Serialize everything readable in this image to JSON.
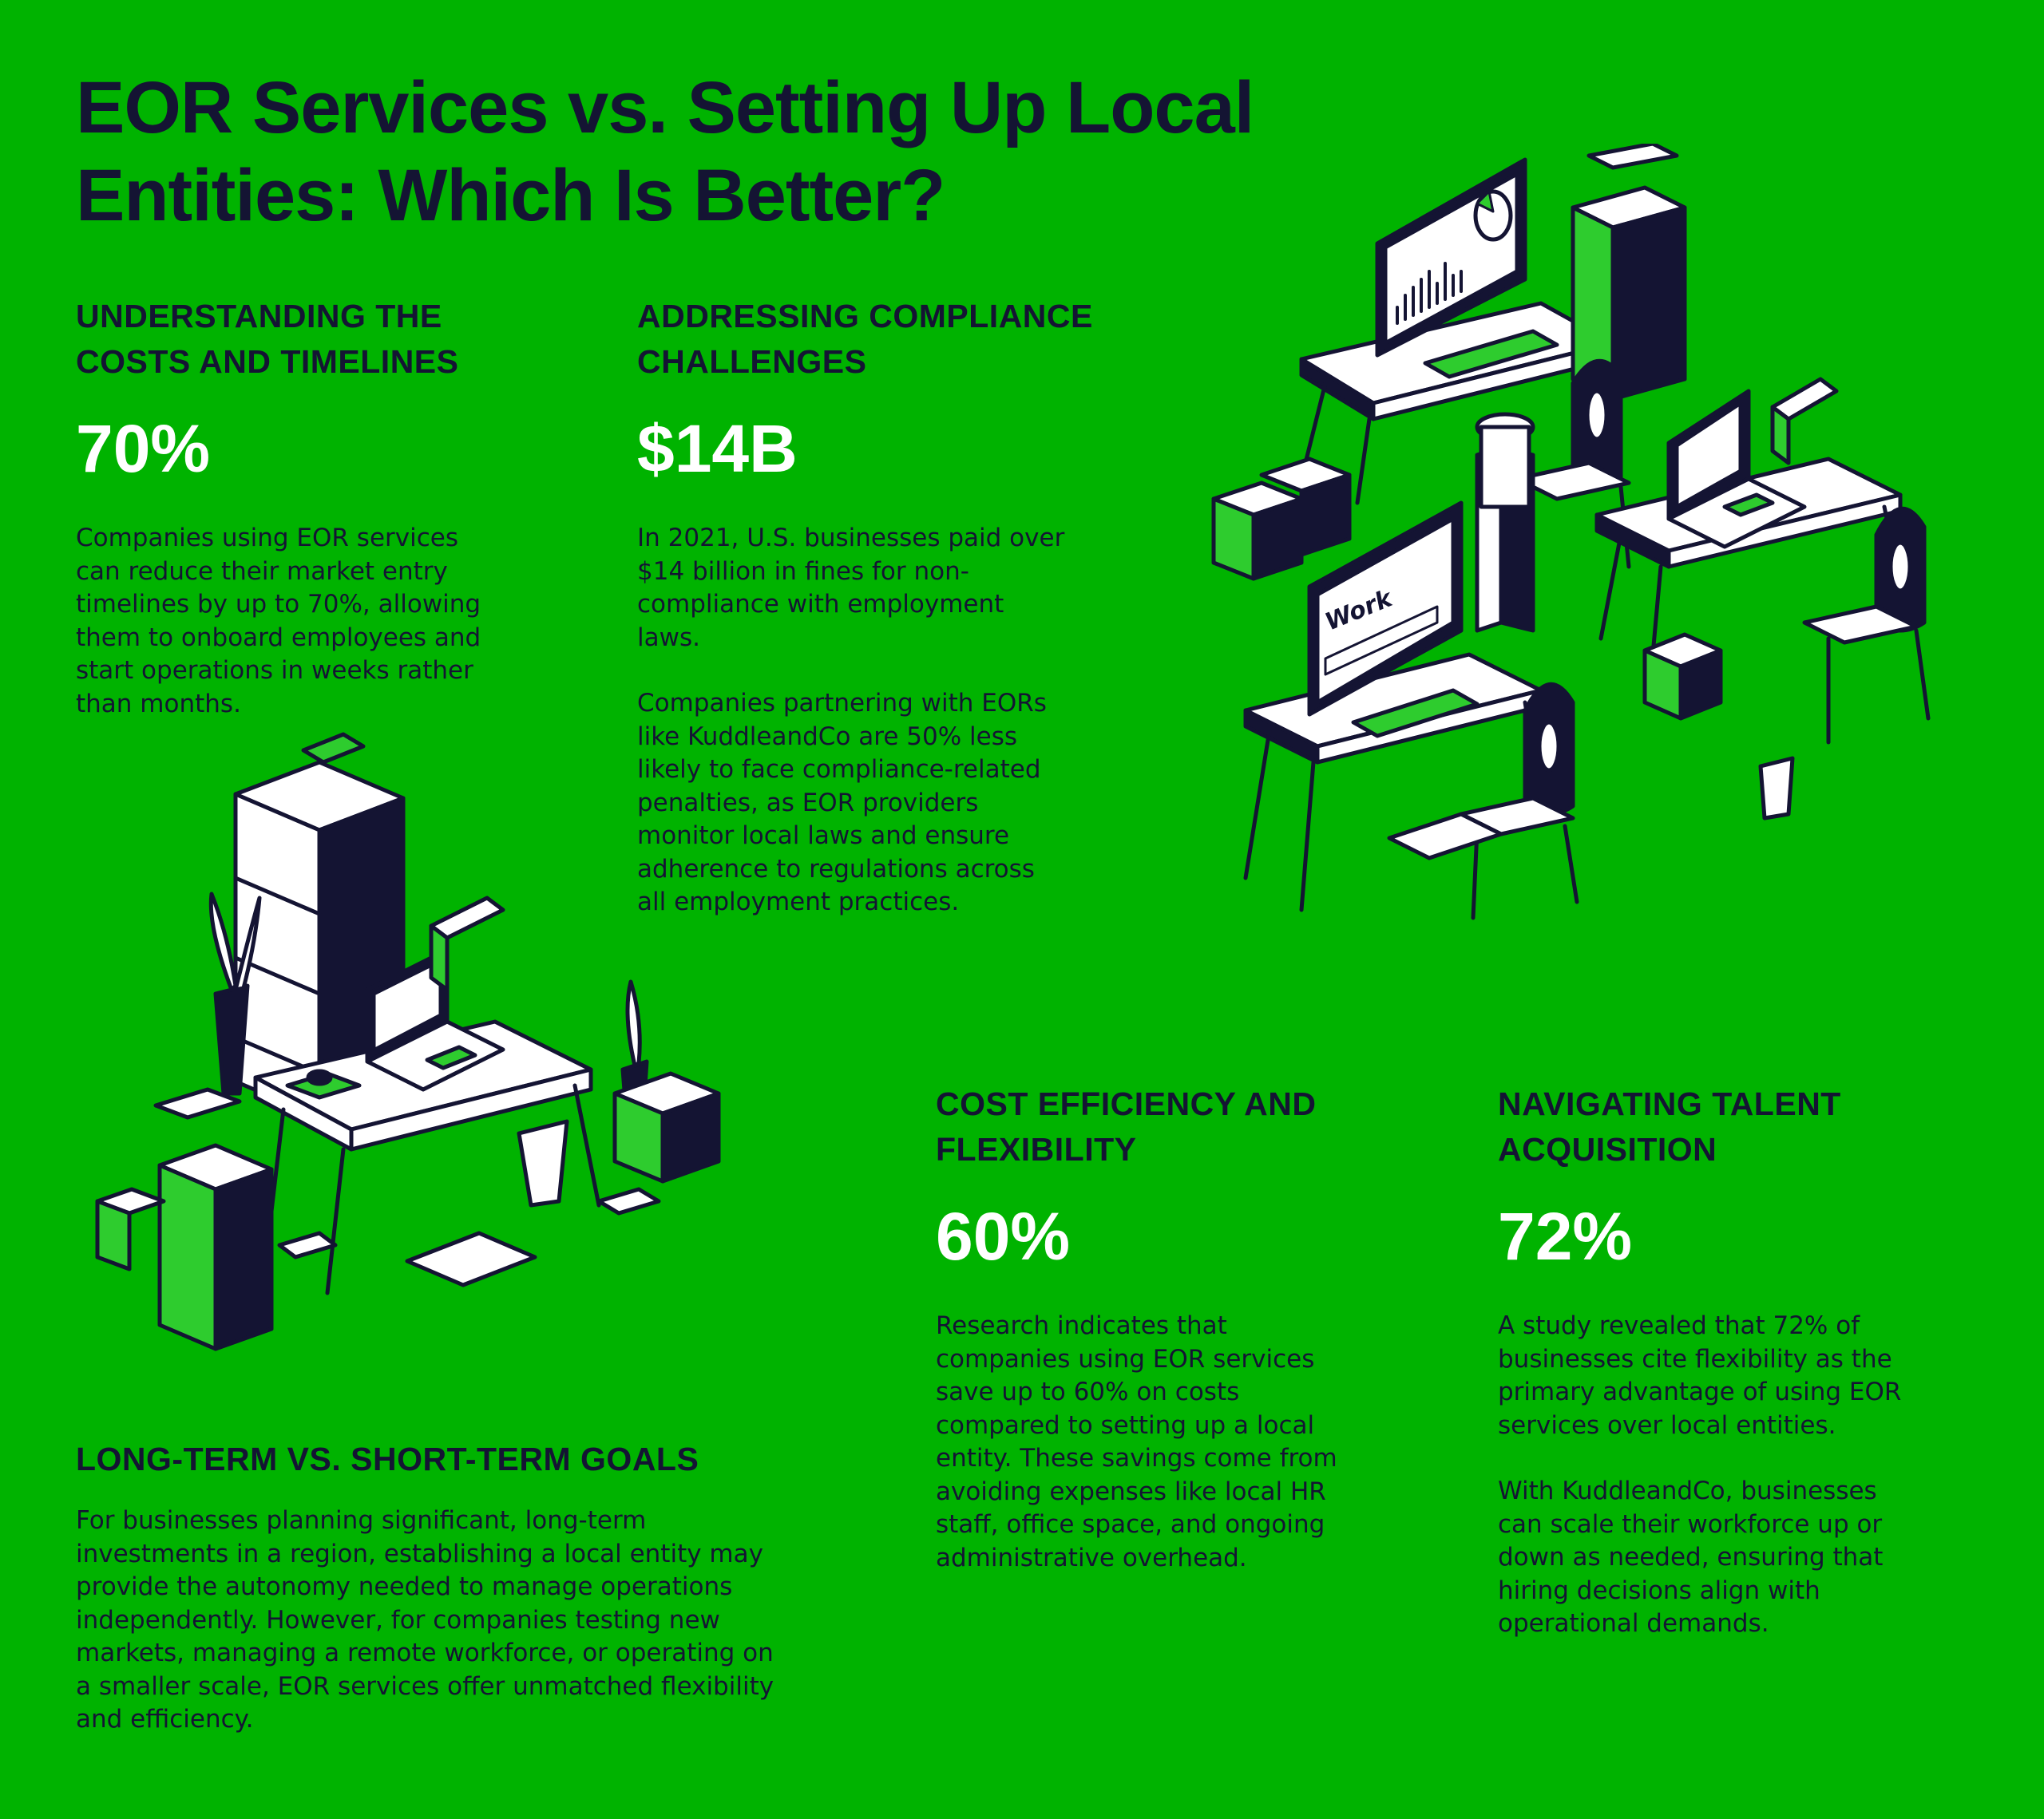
{
  "title": {
    "line1": "EOR Services vs. Setting Up Local",
    "line2": "Entities: Which Is Better?"
  },
  "sections": {
    "costs": {
      "heading": [
        "UNDERSTANDING THE",
        "COSTS AND TIMELINES"
      ],
      "stat": "70%",
      "body": [
        [
          "Companies using EOR services",
          "can reduce their market entry",
          "timelines by up to 70%, allowing",
          "them to onboard employees and",
          "start operations in weeks rather",
          "than months."
        ]
      ]
    },
    "compliance": {
      "heading": [
        "ADDRESSING COMPLIANCE",
        "CHALLENGES"
      ],
      "stat": "$14B",
      "body": [
        [
          "In 2021, U.S. businesses paid over",
          "$14 billion in fines for non-",
          "compliance with employment",
          "laws."
        ],
        [
          "Companies partnering with EORs",
          "like KuddleandCo are 50% less",
          "likely to face compliance-related",
          "penalties, as EOR providers",
          "monitor local laws and ensure",
          "adherence to regulations across",
          "all employment practices."
        ]
      ]
    },
    "efficiency": {
      "heading": [
        "COST EFFICIENCY AND",
        "FLEXIBILITY"
      ],
      "stat": "60%",
      "body": [
        [
          "Research indicates that",
          "companies using EOR services",
          "save up to 60% on costs",
          "compared to setting up a local",
          "entity. These savings come from",
          "avoiding expenses like local HR",
          "staff, office space, and ongoing",
          "administrative overhead."
        ]
      ]
    },
    "talent": {
      "heading": [
        "NAVIGATING TALENT",
        "ACQUISITION"
      ],
      "stat": "72%",
      "body": [
        [
          "A study revealed that 72% of",
          "businesses cite flexibility as the",
          "primary advantage of using EOR",
          "services over local entities."
        ],
        [
          "With KuddleandCo, businesses",
          "can scale their workforce up or",
          "down as needed, ensuring that",
          "hiring decisions align with",
          "operational demands."
        ]
      ]
    },
    "goals": {
      "heading": [
        "LONG-TERM VS. SHORT-TERM GOALS"
      ],
      "body": [
        [
          "For businesses planning significant, long-term",
          "investments in a region, establishing a local entity may",
          "provide the autonomy needed to manage operations",
          "independently. However, for companies testing new",
          "markets, managing a remote workforce, or operating on",
          "a smaller scale, EOR services offer unmatched flexibility",
          "and efficiency."
        ]
      ]
    }
  },
  "illustrations": {
    "monitor_text": "Work"
  },
  "colors": {
    "background": "#00b300",
    "ink": "#141433",
    "stat": "#ffffff",
    "accent_green": "#2ecc2e"
  }
}
